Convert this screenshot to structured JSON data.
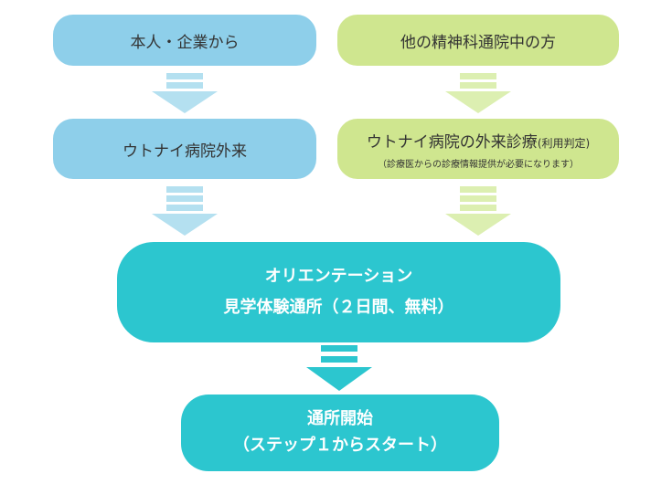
{
  "nodes": {
    "self_company": {
      "label": "本人・企業から"
    },
    "other_clinic": {
      "label": "他の精神科通院中の方"
    },
    "utonai_outpatient": {
      "label": "ウトナイ病院外来"
    },
    "utonai_diagnosis": {
      "label": "ウトナイ病院の外来診療",
      "label_small": "(利用判定)",
      "note": "（診療医からの診療情報提供が必要になります）"
    },
    "orientation": {
      "line1": "オリエンテーション",
      "line2": "見学体験通所（２日間、無料）"
    },
    "start": {
      "line1": "通所開始",
      "line2": "（ステップ１からスタート）"
    }
  },
  "colors": {
    "blue_box": "#8ecfea",
    "green_box": "#cfe68f",
    "teal_box": "#2cc6cf",
    "blue_arrow": "#b4e0f0",
    "green_arrow": "#dcefb1"
  }
}
